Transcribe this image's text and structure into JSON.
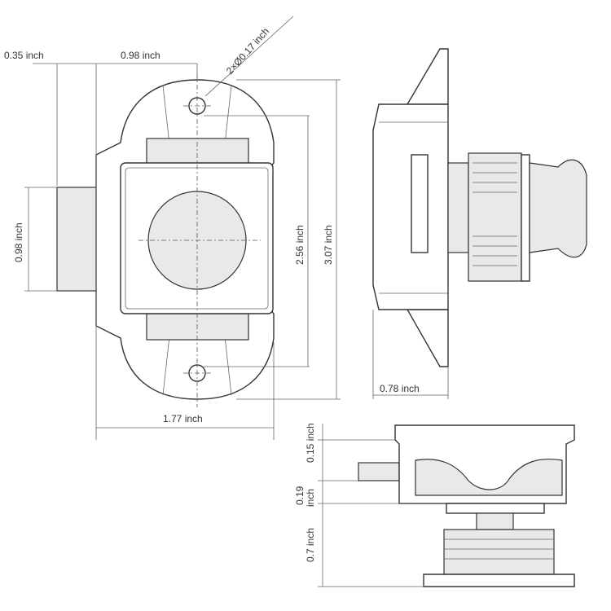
{
  "dimensions": {
    "stub_width": "0.35 inch",
    "half_width": "0.98 inch",
    "hole_diameter": "2×Ø0.17 inch",
    "stub_height": "0.98 inch",
    "hole_spacing": "2.56 inch",
    "total_height": "3.07 inch",
    "total_width": "1.77 inch",
    "side_depth": "0.78 inch",
    "flange_thickness": "0.15 inch",
    "gap_label_1": "0.19",
    "gap_label_2": "inch",
    "shaft_length": "0.7 inch"
  }
}
